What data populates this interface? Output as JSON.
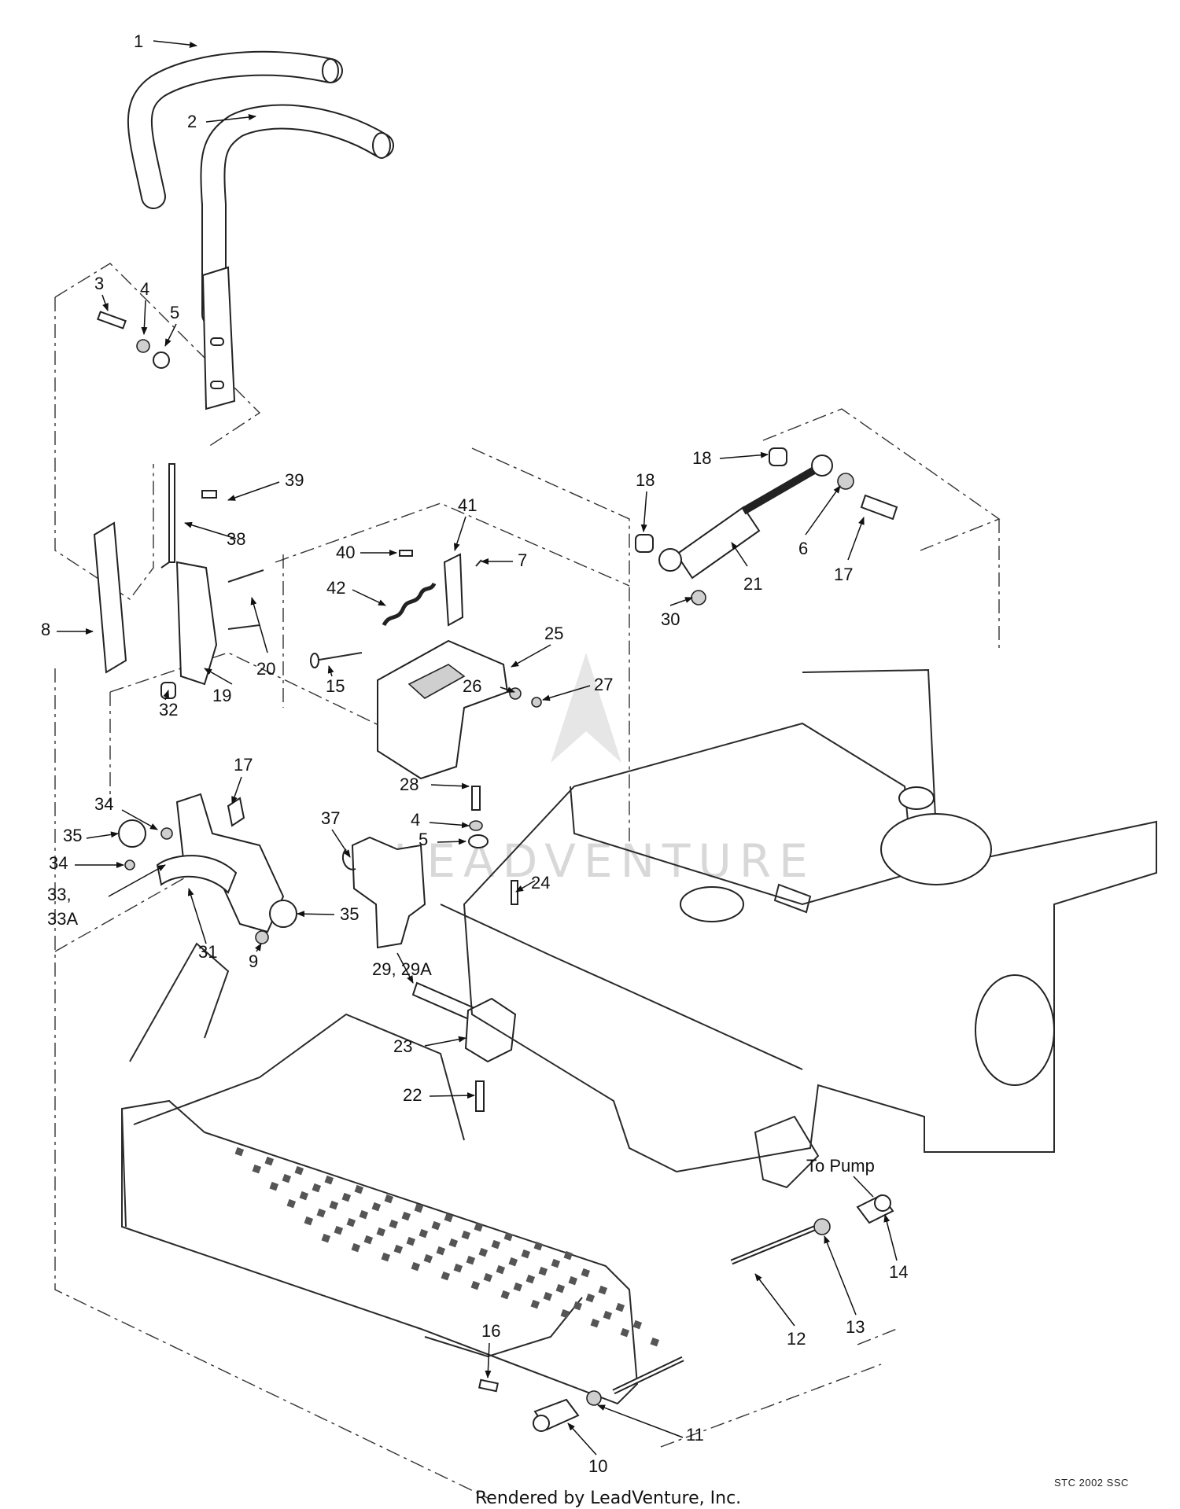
{
  "diagram": {
    "callouts": [
      {
        "id": "c1",
        "text": "1"
      },
      {
        "id": "c2",
        "text": "2"
      },
      {
        "id": "c3",
        "text": "3"
      },
      {
        "id": "c4a",
        "text": "4"
      },
      {
        "id": "c5a",
        "text": "5"
      },
      {
        "id": "c39",
        "text": "39"
      },
      {
        "id": "c38",
        "text": "38"
      },
      {
        "id": "c8",
        "text": "8"
      },
      {
        "id": "c19",
        "text": "19"
      },
      {
        "id": "c20",
        "text": "20"
      },
      {
        "id": "c32",
        "text": "32"
      },
      {
        "id": "c41",
        "text": "41"
      },
      {
        "id": "c40",
        "text": "40"
      },
      {
        "id": "c7",
        "text": "7"
      },
      {
        "id": "c42",
        "text": "42"
      },
      {
        "id": "c15",
        "text": "15"
      },
      {
        "id": "c25",
        "text": "25"
      },
      {
        "id": "c26",
        "text": "26"
      },
      {
        "id": "c27",
        "text": "27"
      },
      {
        "id": "c18a",
        "text": "18"
      },
      {
        "id": "c18b",
        "text": "18"
      },
      {
        "id": "c21",
        "text": "21"
      },
      {
        "id": "c6",
        "text": "6"
      },
      {
        "id": "c17a",
        "text": "17"
      },
      {
        "id": "c30",
        "text": "30"
      },
      {
        "id": "c28",
        "text": "28"
      },
      {
        "id": "c4b",
        "text": "4"
      },
      {
        "id": "c5b",
        "text": "5"
      },
      {
        "id": "c17b",
        "text": "17"
      },
      {
        "id": "c34a",
        "text": "34"
      },
      {
        "id": "c35a",
        "text": "35"
      },
      {
        "id": "c34b",
        "text": "34"
      },
      {
        "id": "c33",
        "text": "33,"
      },
      {
        "id": "c33A",
        "text": "33A"
      },
      {
        "id": "c31",
        "text": "31"
      },
      {
        "id": "c9",
        "text": "9"
      },
      {
        "id": "c35b",
        "text": "35"
      },
      {
        "id": "c37",
        "text": "37"
      },
      {
        "id": "c24",
        "text": "24"
      },
      {
        "id": "c29",
        "text": "29, 29A"
      },
      {
        "id": "c23",
        "text": "23"
      },
      {
        "id": "c22",
        "text": "22"
      },
      {
        "id": "c16",
        "text": "16"
      },
      {
        "id": "c10",
        "text": "10"
      },
      {
        "id": "c11",
        "text": "11"
      },
      {
        "id": "c12",
        "text": "12"
      },
      {
        "id": "c13",
        "text": "13"
      },
      {
        "id": "c14",
        "text": "14"
      }
    ],
    "notes": {
      "to_pump": "To Pump"
    },
    "watermark": "LEADVENTURE",
    "diagram_code": "STC 2002 SSC",
    "footer": "Rendered by LeadVenture, Inc."
  }
}
